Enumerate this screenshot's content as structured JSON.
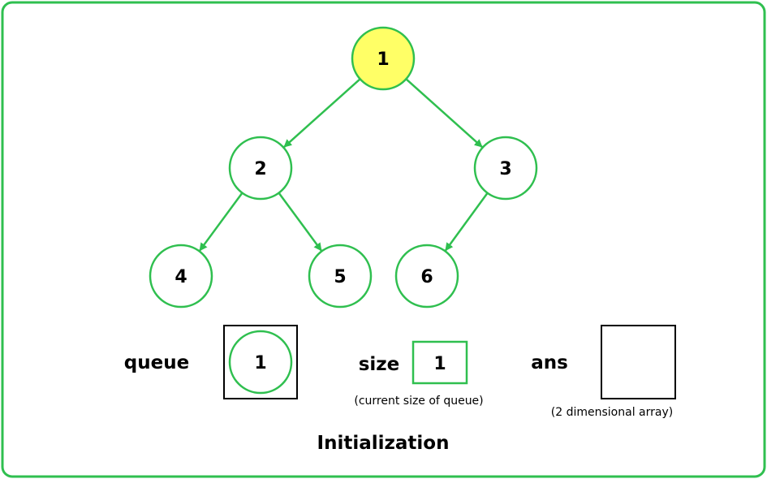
{
  "colors": {
    "frame": "#2fbf4f",
    "node_stroke": "#2fbf4f",
    "node_fill": "#ffffff",
    "highlight_fill": "#ffff66",
    "edge": "#2fbf4f",
    "box_black": "#000000"
  },
  "tree": {
    "nodes": [
      {
        "id": "n1",
        "label": "1",
        "highlight": true
      },
      {
        "id": "n2",
        "label": "2",
        "highlight": false
      },
      {
        "id": "n3",
        "label": "3",
        "highlight": false
      },
      {
        "id": "n4",
        "label": "4",
        "highlight": false
      },
      {
        "id": "n5",
        "label": "5",
        "highlight": false
      },
      {
        "id": "n6",
        "label": "6",
        "highlight": false
      }
    ],
    "edges": [
      {
        "from": "n1",
        "to": "n2"
      },
      {
        "from": "n1",
        "to": "n3"
      },
      {
        "from": "n2",
        "to": "n4"
      },
      {
        "from": "n2",
        "to": "n5"
      },
      {
        "from": "n3",
        "to": "n6"
      }
    ]
  },
  "queue": {
    "label": "queue",
    "items": [
      "1"
    ]
  },
  "size": {
    "label": "size",
    "value": "1",
    "note": "(current size of queue)"
  },
  "ans": {
    "label": "ans",
    "note": "(2 dimensional array)"
  },
  "caption": "Initialization"
}
